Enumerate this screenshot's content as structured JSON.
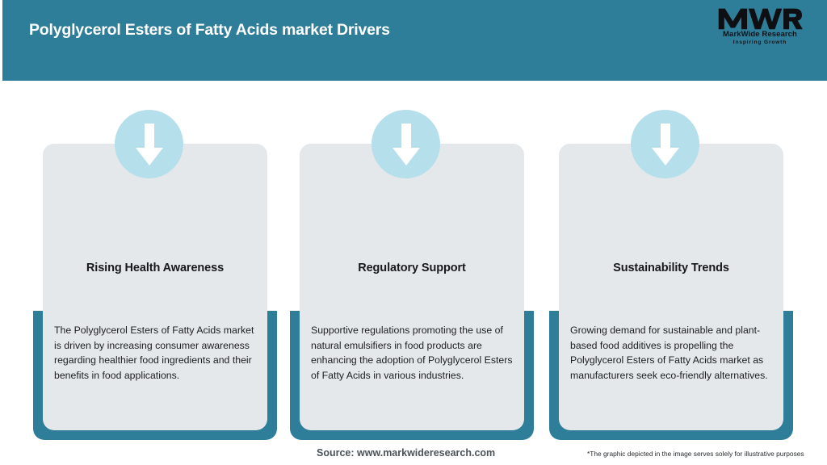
{
  "header": {
    "title": "Polyglycerol Esters of Fatty Acids market Drivers",
    "background_color": "#2e7d99",
    "title_color": "#ffffff"
  },
  "logo": {
    "mark_text": "MWR",
    "company_name": "MarkWide Research",
    "tagline": "Inspiring Growth"
  },
  "cards": [
    {
      "icon": "down-arrow-icon",
      "title": "Rising Health Awareness",
      "body": "The Polyglycerol Esters of Fatty Acids market is driven by increasing consumer awareness regarding healthier food ingredients and their benefits in food applications."
    },
    {
      "icon": "down-arrow-icon",
      "title": "Regulatory Support",
      "body": "Supportive regulations promoting the use of natural emulsifiers in food products are enhancing the adoption of Polyglycerol Esters of Fatty Acids in various industries."
    },
    {
      "icon": "down-arrow-icon",
      "title": "Sustainability Trends",
      "body": "Growing demand for sustainable and plant-based food additives is propelling the Polyglycerol Esters of Fatty Acids market as manufacturers seek eco-friendly alternatives."
    }
  ],
  "footer": {
    "source": "Source: www.markwideresearch.com",
    "disclaimer": "*The graphic depicted in the image serves solely for illustrative purposes"
  },
  "colors": {
    "accent_teal": "#2e7d99",
    "card_gray": "#e4e8ea",
    "badge_blue": "#b6dfec",
    "page_background": "#ffffff"
  }
}
